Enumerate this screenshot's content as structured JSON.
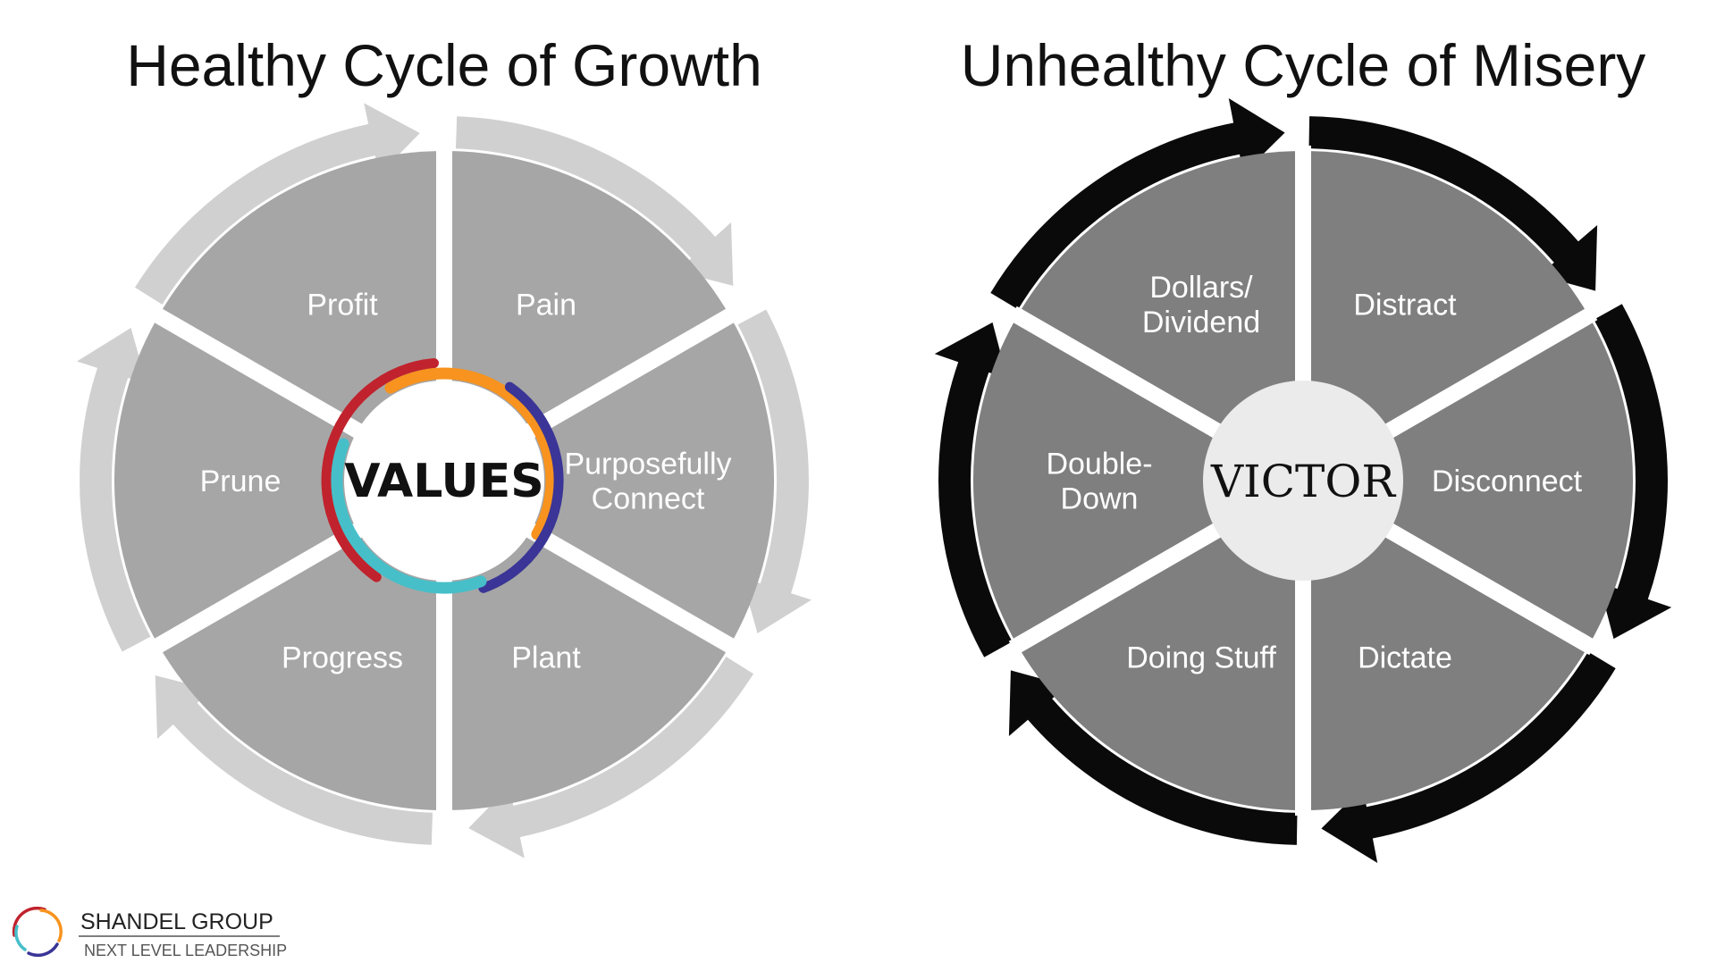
{
  "healthy_cycle": {
    "title": "Healthy Cycle of Growth",
    "center_label": "VALUES",
    "segments": [
      {
        "lines": [
          "Pain"
        ]
      },
      {
        "lines": [
          "Purposefully",
          "Connect"
        ]
      },
      {
        "lines": [
          "Plant"
        ]
      },
      {
        "lines": [
          "Progress"
        ]
      },
      {
        "lines": [
          "Prune"
        ]
      },
      {
        "lines": [
          "Profit"
        ]
      }
    ],
    "colors": {
      "segment": "#a6a6a6",
      "arrow": "#d0d0d0",
      "label": "#ffffff",
      "center_text": "#111111",
      "swirl": [
        "#c0232d",
        "#f7931e",
        "#46bfc9",
        "#3a3596"
      ]
    }
  },
  "unhealthy_cycle": {
    "title": "Unhealthy Cycle of Misery",
    "center_label": "VICTOR",
    "segments": [
      {
        "lines": [
          "Distract"
        ]
      },
      {
        "lines": [
          "Disconnect"
        ]
      },
      {
        "lines": [
          "Dictate"
        ]
      },
      {
        "lines": [
          "Doing Stuff"
        ]
      },
      {
        "lines": [
          "Double-",
          "Down"
        ]
      },
      {
        "lines": [
          "Dollars/",
          "Dividend"
        ]
      }
    ],
    "colors": {
      "segment": "#7f7f7f",
      "arrow": "#0a0a0a",
      "label": "#ffffff",
      "center_fill": "#ebebeb",
      "center_text": "#111111"
    }
  },
  "brand": {
    "name": "SHANDEL GROUP",
    "tagline": "NEXT LEVEL LEADERSHIP"
  }
}
